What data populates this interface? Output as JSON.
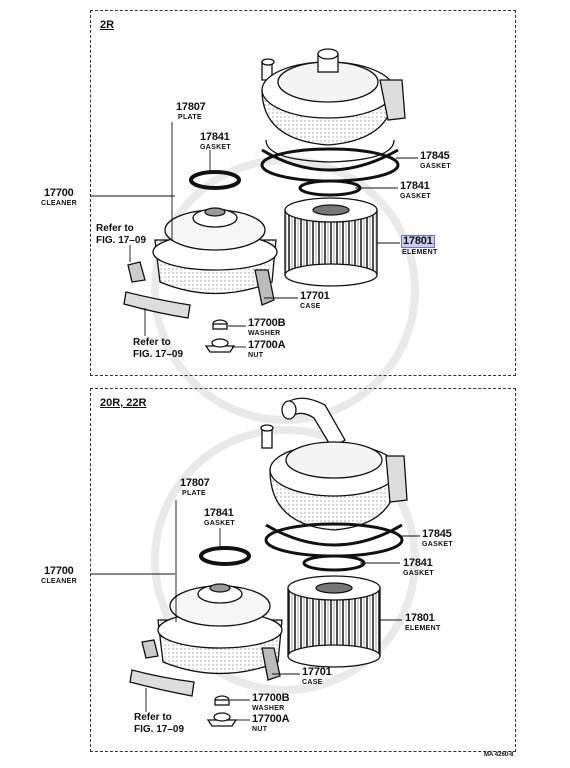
{
  "footer_code": "MA 4260-8",
  "panels": [
    {
      "title": "2R",
      "cleaner": {
        "num": "17700",
        "name": "CLEANER"
      },
      "plate": {
        "num": "17807",
        "name": "PLATE"
      },
      "gasket_top": {
        "num": "17841",
        "name": "GASKET"
      },
      "gasket_right_upper": {
        "num": "17845",
        "name": "GASKET"
      },
      "gasket_right_lower": {
        "num": "17841",
        "name": "GASKET"
      },
      "element": {
        "num": "17801",
        "name": "ELEMENT"
      },
      "case": {
        "num": "17701",
        "name": "CASE"
      },
      "washer": {
        "num": "17700B",
        "name": "WASHER"
      },
      "nut": {
        "num": "17700A",
        "name": "NUT"
      },
      "refer_upper": {
        "line1": "Refer to",
        "line2": "FIG. 17–09"
      },
      "refer_lower": {
        "line1": "Refer to",
        "line2": "FIG. 17–09"
      }
    },
    {
      "title": "20R, 22R",
      "cleaner": {
        "num": "17700",
        "name": "CLEANER"
      },
      "plate": {
        "num": "17807",
        "name": "PLATE"
      },
      "gasket_top": {
        "num": "17841",
        "name": "GASKET"
      },
      "gasket_right_upper": {
        "num": "17845",
        "name": "GASKET"
      },
      "gasket_right_lower": {
        "num": "17841",
        "name": "GASKET"
      },
      "element": {
        "num": "17801",
        "name": "ELEMENT"
      },
      "case": {
        "num": "17701",
        "name": "CASE"
      },
      "washer": {
        "num": "17700B",
        "name": "WASHER"
      },
      "nut": {
        "num": "17700A",
        "name": "NUT"
      },
      "refer_lower": {
        "line1": "Refer to",
        "line2": "FIG. 17–09"
      }
    }
  ]
}
